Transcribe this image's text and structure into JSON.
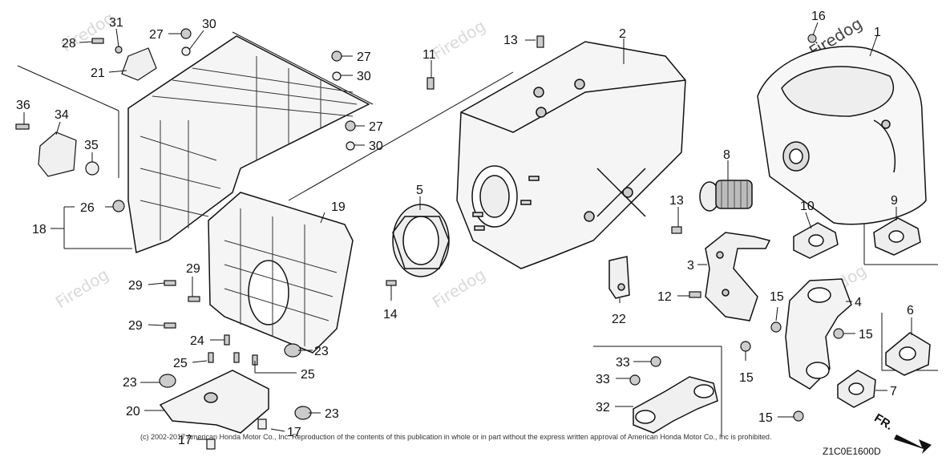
{
  "watermark": "Firedog",
  "copyright": "(c) 2002-2017 American Honda Motor Co., Inc. Reproduction of the contents of this publication in whole or in part without the express written approval of American Honda Motor Co., Inc is prohibited.",
  "diagram_code": "Z1C0E1600D",
  "front_label": "FR.",
  "callouts": {
    "c1": "1",
    "c2": "2",
    "c3": "3",
    "c4": "4",
    "c5": "5",
    "c6": "6",
    "c7": "7",
    "c8": "8",
    "c9": "9",
    "c10": "10",
    "c11": "11",
    "c12": "12",
    "c13a": "13",
    "c13b": "13",
    "c14": "14",
    "c15a": "15",
    "c15b": "15",
    "c15c": "15",
    "c15d": "15",
    "c16": "16",
    "c17a": "17",
    "c17b": "17",
    "c18": "18",
    "c19": "19",
    "c20": "20",
    "c21": "21",
    "c22": "22",
    "c23a": "23",
    "c23b": "23",
    "c23c": "23",
    "c24": "24",
    "c25a": "25",
    "c25b": "25",
    "c26": "26",
    "c27a": "27",
    "c27b": "27",
    "c27c": "27",
    "c28": "28",
    "c29a": "29",
    "c29b": "29",
    "c29c": "29",
    "c30a": "30",
    "c30b": "30",
    "c30c": "30",
    "c31": "31",
    "c32": "32",
    "c33a": "33",
    "c33b": "33",
    "c34": "34",
    "c35": "35",
    "c36": "36"
  }
}
